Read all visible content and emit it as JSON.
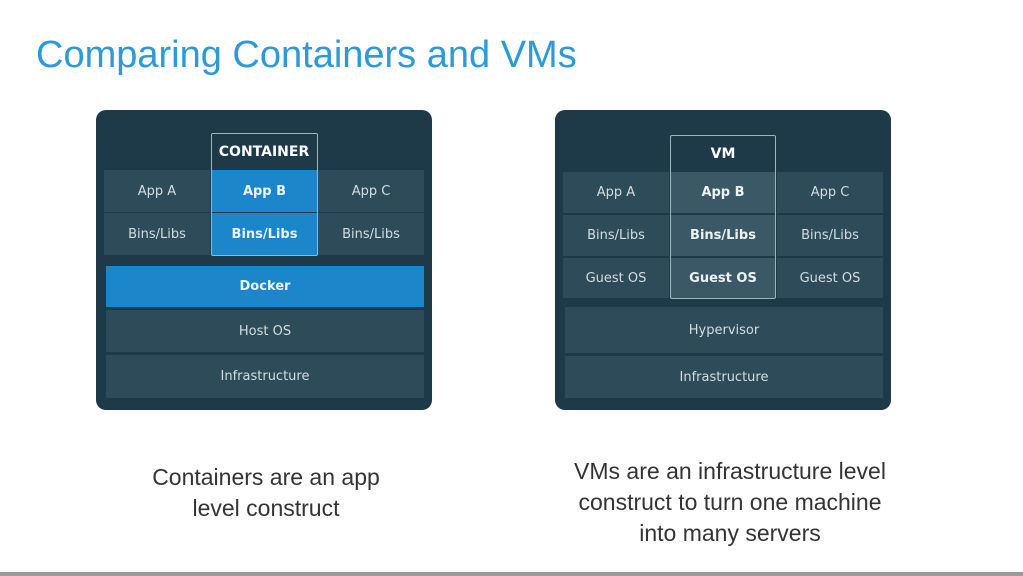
{
  "title": "Comparing Containers and VMs",
  "containers": {
    "header": "CONTAINER",
    "apps": [
      "App A",
      "App B",
      "App C"
    ],
    "bins": [
      "Bins/Libs",
      "Bins/Libs",
      "Bins/Libs"
    ],
    "docker": "Docker",
    "host_os": "Host OS",
    "infrastructure": "Infrastructure",
    "caption_1": "Containers are an app",
    "caption_2": "level construct"
  },
  "vms": {
    "header": "VM",
    "apps": [
      "App A",
      "App B",
      "App C"
    ],
    "bins": [
      "Bins/Libs",
      "Bins/Libs",
      "Bins/Libs"
    ],
    "guest_os": [
      "Guest OS",
      "Guest OS",
      "Guest OS"
    ],
    "hypervisor": "Hypervisor",
    "infrastructure": "Infrastructure",
    "caption_1": "VMs are an infrastructure level",
    "caption_2": "construct to turn one machine",
    "caption_3": "into many servers"
  },
  "colors": {
    "title": "#2b9ad6",
    "accent": "#1c86cb",
    "panel": "#1e3947",
    "cell": "#2e4b59"
  }
}
